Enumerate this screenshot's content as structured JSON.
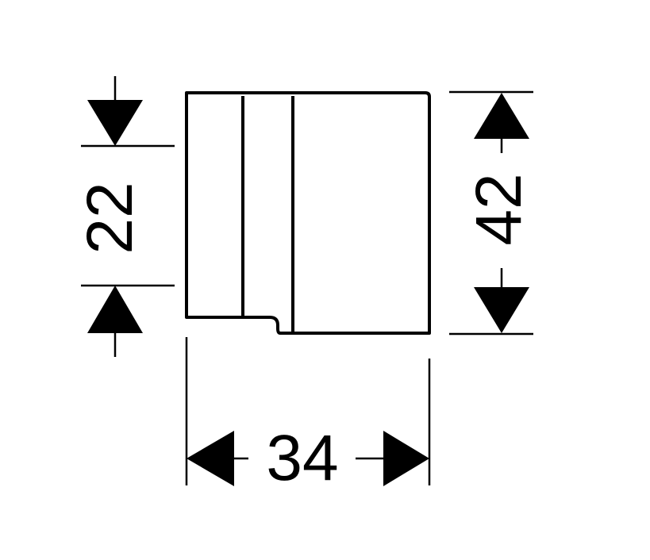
{
  "dimensions": {
    "height_total": "42",
    "height_partial": "22",
    "width": "34"
  },
  "colors": {
    "line": "#000000",
    "background": "#ffffff"
  }
}
